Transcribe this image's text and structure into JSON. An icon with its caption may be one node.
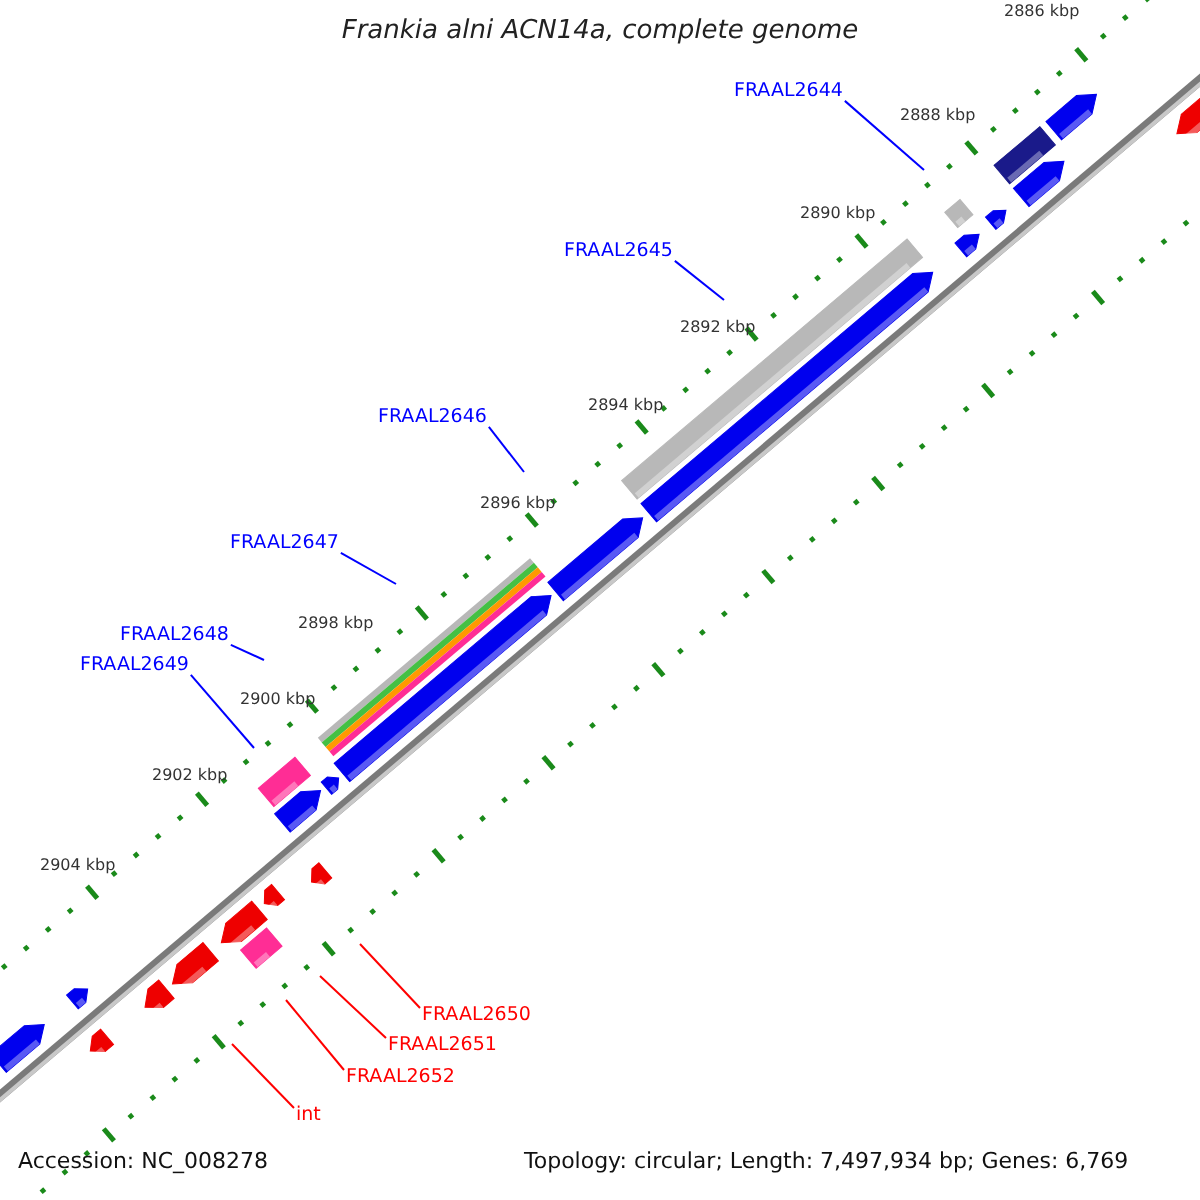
{
  "diagram": {
    "title": "Frankia alni ACN14a, complete genome",
    "nodes": [
      {
        "text": [
          "FRAAL2644"
        ]
      },
      {
        "text": [
          "FRAAL2645"
        ]
      },
      {
        "text": [
          "FRAAL2646"
        ]
      },
      {
        "text": [
          "FRAAL2647"
        ]
      },
      {
        "text": [
          "FRAAL2648"
        ]
      },
      {
        "text": [
          "FRAAL2649"
        ]
      },
      {
        "text": [
          "FRAAL2650"
        ]
      },
      {
        "text": [
          "FRAAL2651"
        ]
      },
      {
        "text": [
          "FRAAL2652"
        ]
      },
      {
        "text": [
          "int"
        ]
      }
    ],
    "edges": [
      {
        "from": 0,
        "to": null,
        "arrow": "none"
      },
      {
        "from": 1,
        "to": null,
        "arrow": "none"
      },
      {
        "from": 2,
        "to": null,
        "arrow": "none"
      },
      {
        "from": 3,
        "to": null,
        "arrow": "none"
      },
      {
        "from": 4,
        "to": null,
        "arrow": "none"
      },
      {
        "from": 5,
        "to": null,
        "arrow": "none"
      },
      {
        "from": 6,
        "to": null,
        "arrow": "none",
        "color": "#ff0000"
      },
      {
        "from": 7,
        "to": null,
        "arrow": "none",
        "color": "#ff0000"
      },
      {
        "from": 8,
        "to": null,
        "arrow": "none",
        "color": "#ff0000"
      },
      {
        "from": 9,
        "to": null,
        "arrow": "none",
        "color": "#ff0000"
      }
    ],
    "labels": [
      "2886 kbp",
      "2888 kbp",
      "2890 kbp",
      "2892 kbp",
      "2894 kbp",
      "2896 kbp",
      "2898 kbp",
      "2900 kbp",
      "2902 kbp",
      "2904 kbp",
      "Accession: NC_008278",
      "Topology: circular; Length: 7,497,934 bp; Genes: 6,769"
    ]
  }
}
